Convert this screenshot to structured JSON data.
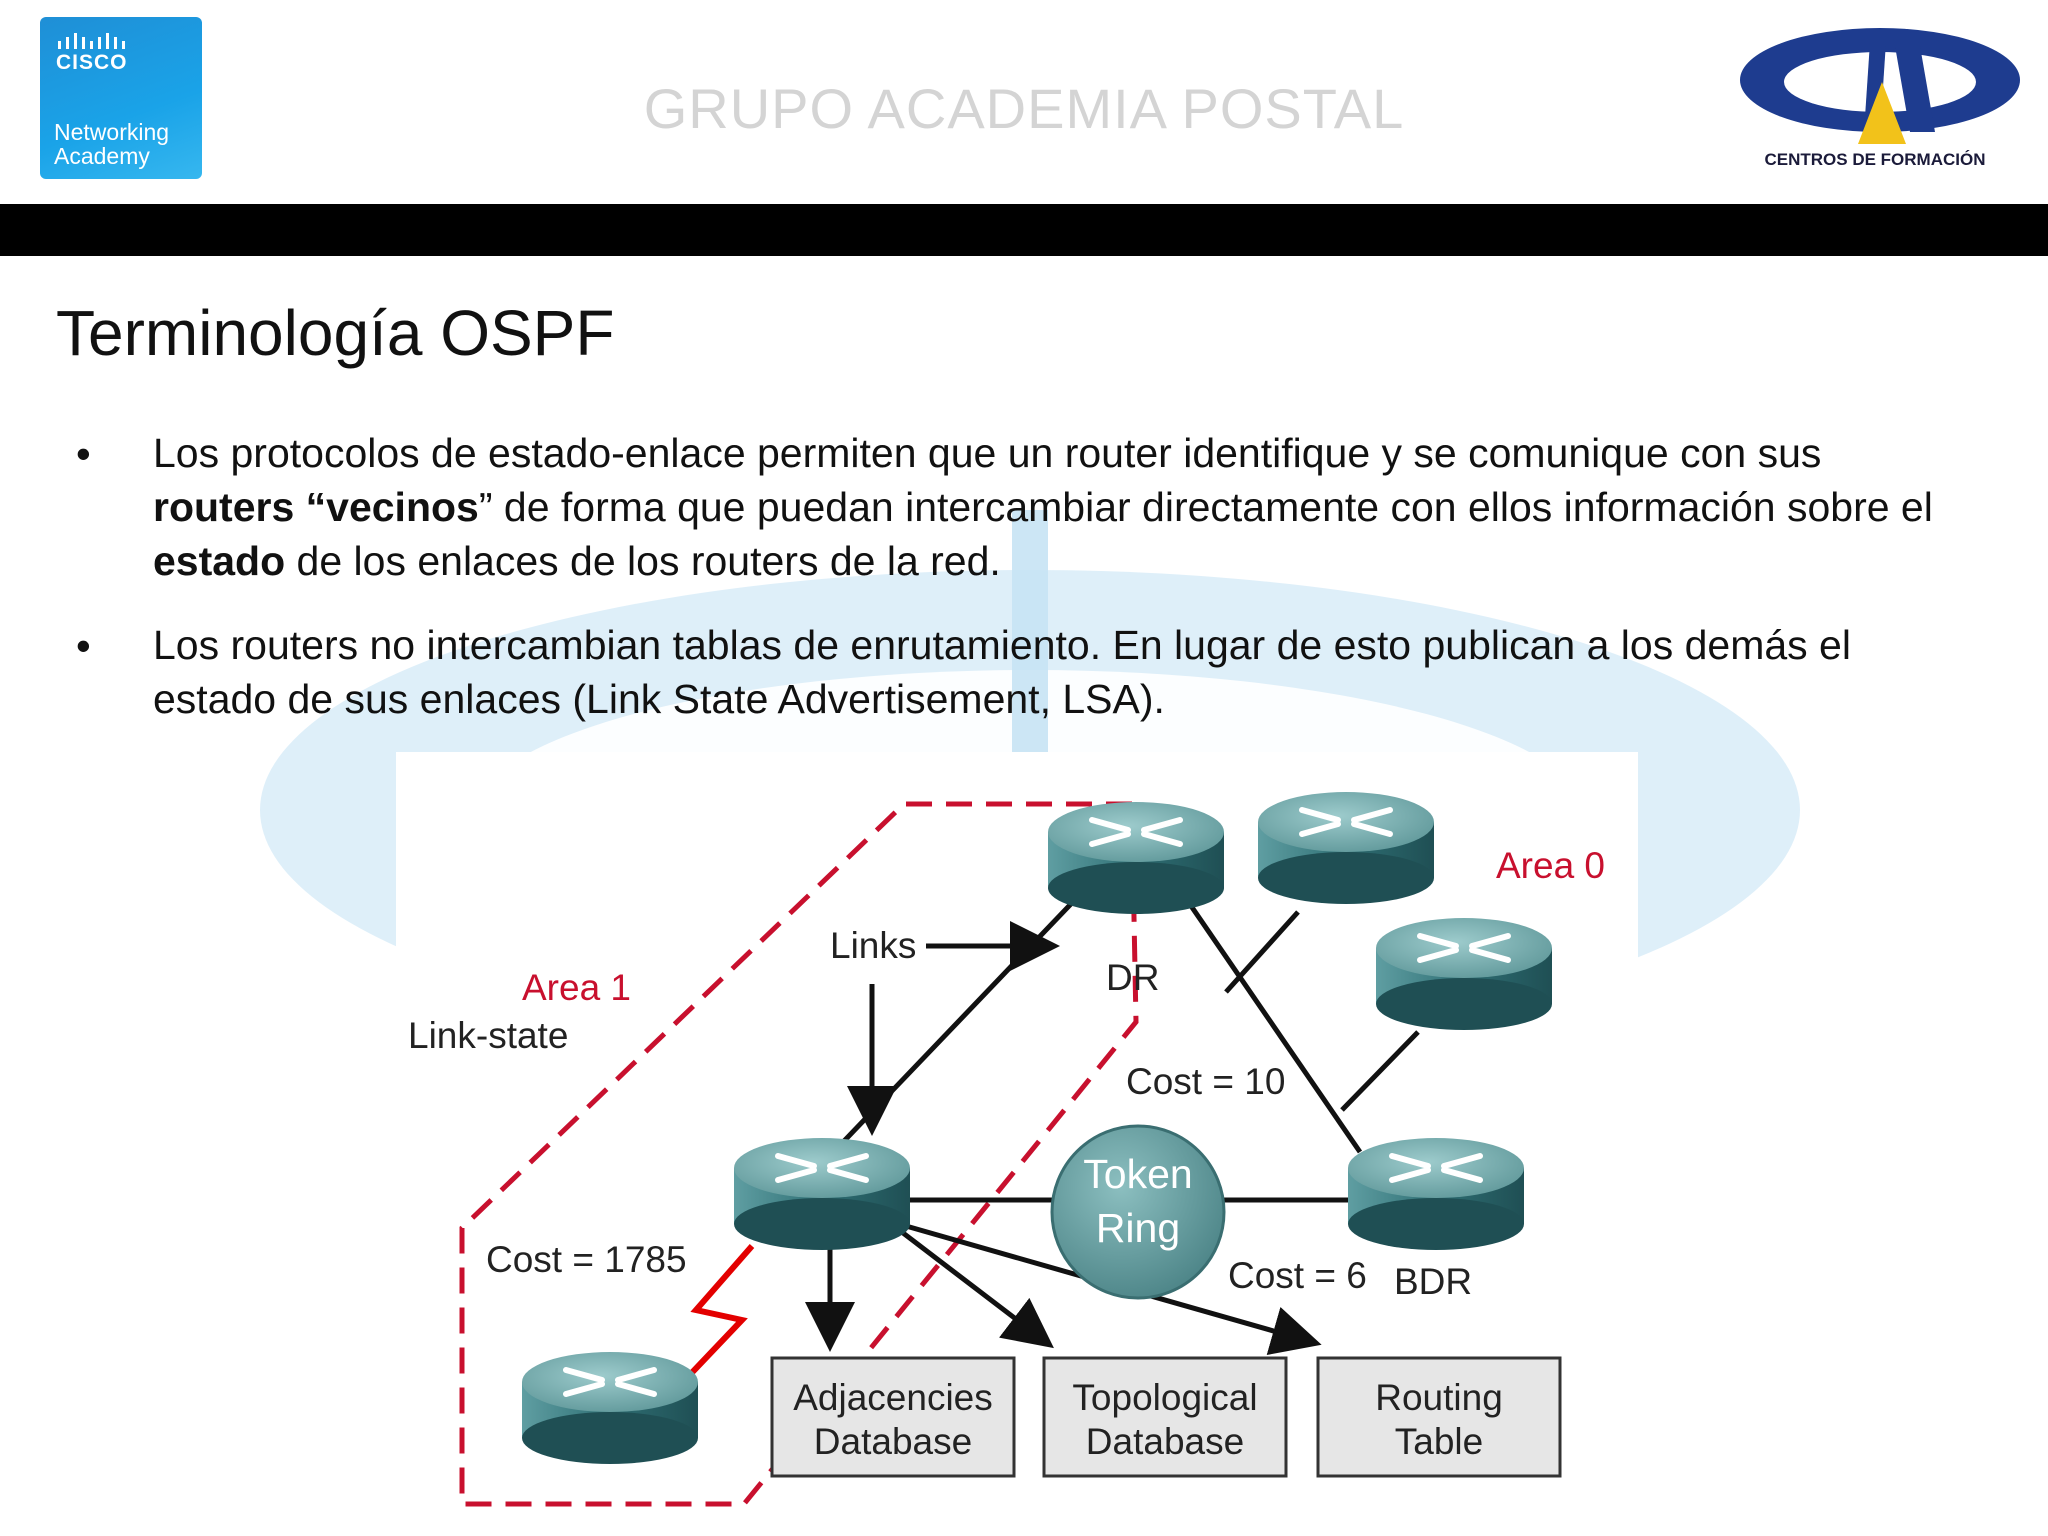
{
  "header": {
    "cisco_word": "CISCO",
    "cisco_line1": "Networking",
    "cisco_line2": "Academy",
    "org_title": "GRUPO ACADEMIA POSTAL",
    "right_logo_caption": "CENTROS DE FORMACIÓN"
  },
  "slide": {
    "title": "Terminología OSPF",
    "bullets": [
      {
        "marker": "•",
        "parts": [
          "Los protocolos de estado-enlace permiten que un router identifique y se comunique con sus ",
          "routers “vecinos",
          "” de forma que puedan intercambiar directamente con ellos información sobre el ",
          "estado",
          " de los enlaces de los routers de la red."
        ]
      },
      {
        "marker": "•",
        "text": "Los routers no intercambian tablas de enrutamiento. En lugar de esto publican a los demás el estado de sus enlaces (Link State Advertisement, LSA)."
      }
    ]
  },
  "diagram": {
    "area0_label": "Area 0",
    "area1_label": "Area 1",
    "link_state_label": "Link-state",
    "links_label": "Links",
    "dr_label": "DR",
    "bdr_label": "BDR",
    "cost_10": "Cost = 10",
    "cost_1785": "Cost = 1785",
    "cost_6": "Cost = 6",
    "token_ring_line1": "Token",
    "token_ring_line2": "Ring",
    "box_adjacencies_line1": "Adjacencies",
    "box_adjacencies_line2": "Database",
    "box_topological_line1": "Topological",
    "box_topological_line2": "Database",
    "box_routing_line1": "Routing",
    "box_routing_line2": "Table"
  },
  "colors": {
    "area_red": "#c8102e",
    "router_teal": "#3c8084",
    "cisco_blue": "#1aa3e8",
    "logo_navy": "#1e3c8f"
  }
}
